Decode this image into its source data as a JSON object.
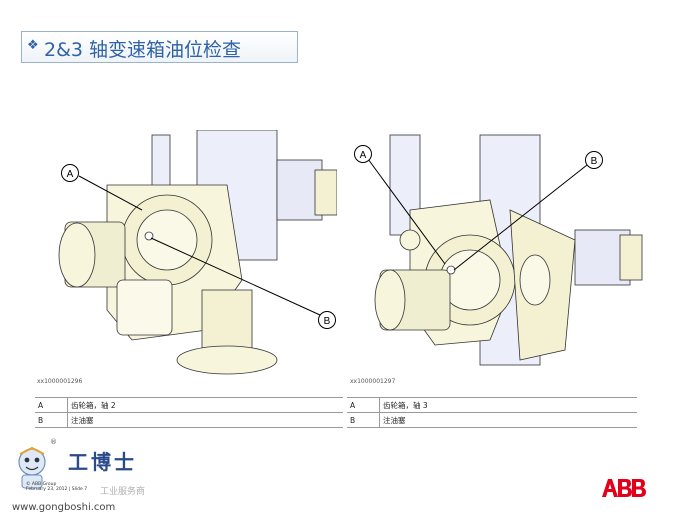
{
  "title": {
    "bullet": "❖",
    "text": "2&3 轴变速箱油位检查"
  },
  "figures": [
    {
      "id": "xx1000001296",
      "callouts": [
        "A",
        "B"
      ]
    },
    {
      "id": "xx1000001297",
      "callouts": [
        "A",
        "B"
      ]
    }
  ],
  "legend_left": [
    {
      "key": "A",
      "value": "齿轮箱，轴 2"
    },
    {
      "key": "B",
      "value": "注油塞"
    }
  ],
  "legend_right": [
    {
      "key": "A",
      "value": "齿轮箱，轴 3"
    },
    {
      "key": "B",
      "value": "注油塞"
    }
  ],
  "footer": {
    "brand": "工博士",
    "brand_sub": "工业服务商",
    "registered": "®",
    "copyright": "© ABB Group",
    "date_slide": "February 23, 2012 | Slide 7",
    "website": "www.gongboshi.com",
    "logo": "ABB"
  }
}
